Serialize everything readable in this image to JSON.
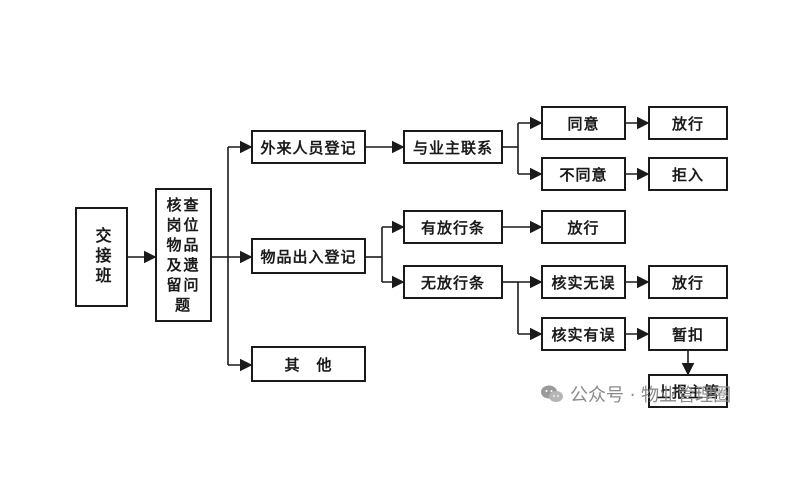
{
  "nodes": {
    "handover": "交接班",
    "check": "核查岗位物品及遗留问题",
    "visitor": "外来人员登记",
    "goods": "物品出入登记",
    "other": "其　他",
    "contact_owner": "与业主联系",
    "agree": "同意",
    "disagree": "不同意",
    "release1": "放行",
    "refuse": "拒入",
    "has_pass": "有放行条",
    "release2": "放行",
    "no_pass": "无放行条",
    "verified_ok": "核实无误",
    "release3": "放行",
    "verified_err": "核实有误",
    "detain": "暂扣",
    "report": "上报主管"
  },
  "watermark": {
    "text": "公众号 · 物业管理圈",
    "icon": "wechat-icon"
  }
}
